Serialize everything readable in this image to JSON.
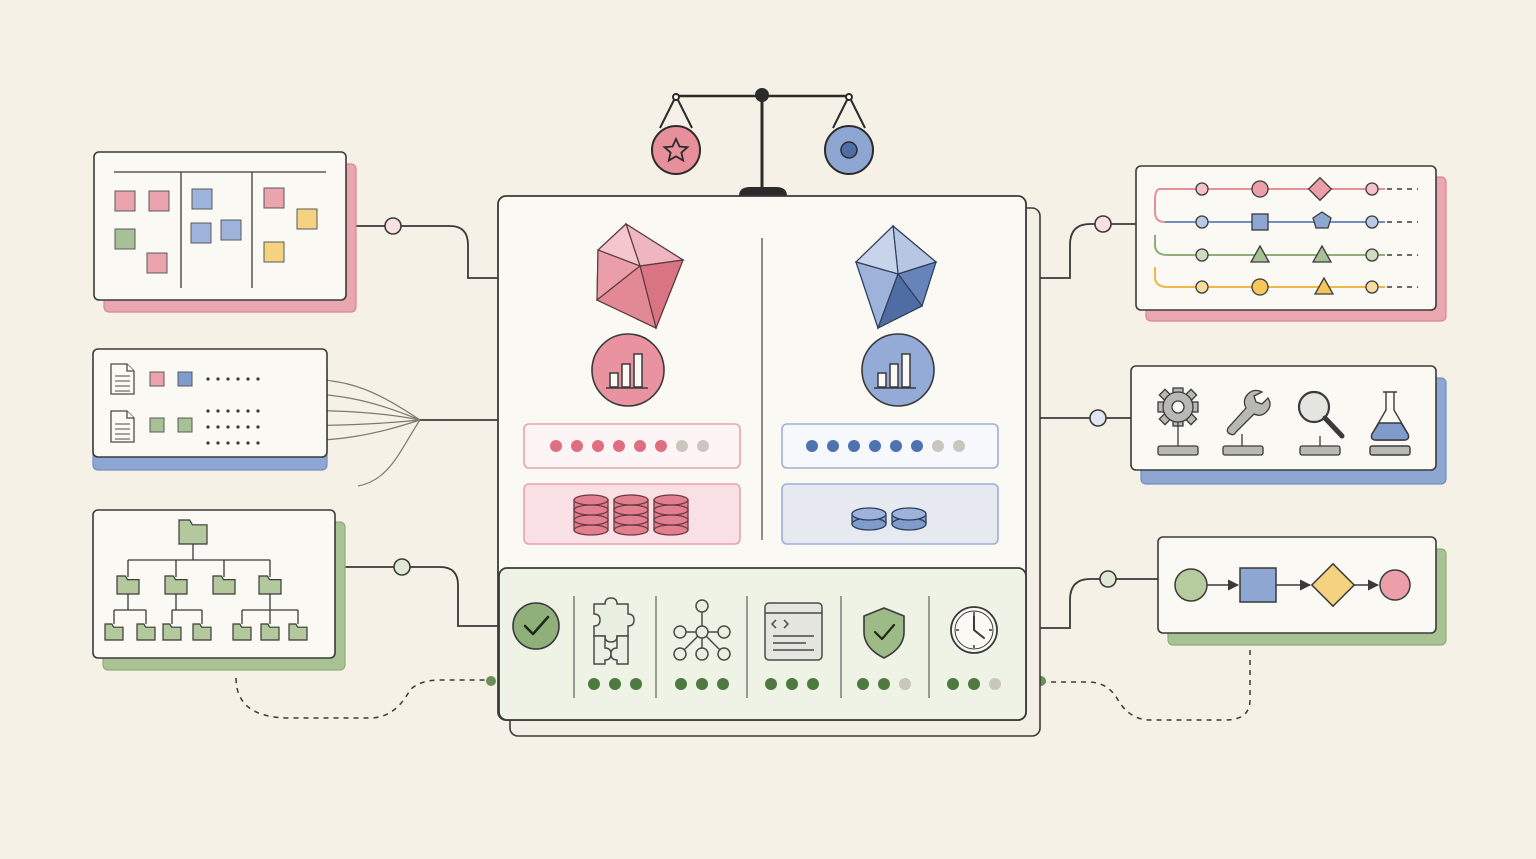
{
  "colors": {
    "background": "#f6f1e6",
    "panel": "#fbf9f3",
    "stroke": "#3a3a3a",
    "pink": "#e58f9b",
    "pink_light": "#f7dfe2",
    "pink_mid": "#e7a3ad",
    "blue": "#6f8fc0",
    "blue_light": "#e3e8f1",
    "blue_mid": "#9db0d6",
    "green": "#8fae7a",
    "green_dark": "#4f7a3f",
    "green_light": "#eef3e7",
    "yellow": "#f2d27a",
    "orange": "#f0b64a",
    "grey_dot": "#c9c6bd"
  },
  "balance": {
    "left_pan_icon": "star-icon",
    "right_pan_icon": "circle-dot-icon"
  },
  "comparison": {
    "left": {
      "gem": "pink-gem-icon",
      "chart": "bar-chart-icon",
      "rating_filled": 6,
      "rating_total": 8,
      "stack_count": 3
    },
    "right": {
      "gem": "blue-gem-icon",
      "chart": "bar-chart-icon",
      "rating_filled": 6,
      "rating_total": 8,
      "stack_count": 2
    }
  },
  "toolbar": {
    "items": [
      {
        "icon": "check-circle-icon",
        "dots_filled": 0,
        "dots_total": 0
      },
      {
        "icon": "puzzle-icon",
        "dots_filled": 3,
        "dots_total": 3
      },
      {
        "icon": "network-icon",
        "dots_filled": 3,
        "dots_total": 3
      },
      {
        "icon": "code-window-icon",
        "dots_filled": 3,
        "dots_total": 3
      },
      {
        "icon": "shield-check-icon",
        "dots_filled": 2,
        "dots_total": 3
      },
      {
        "icon": "clock-icon",
        "dots_filled": 2,
        "dots_total": 3
      }
    ]
  },
  "cards": {
    "kanban": {
      "icon": "kanban-board-icon",
      "columns": 3
    },
    "documents": {
      "icon": "document-icon",
      "rows": 2
    },
    "folder_tree": {
      "icon": "folder-icon",
      "levels": 3
    },
    "timeline": {
      "lanes": 4,
      "lane_colors": [
        "#e58f9b",
        "#6f8fc0",
        "#8fae7a",
        "#f0b64a"
      ]
    },
    "tools": {
      "items": [
        "gear-icon",
        "wrench-icon",
        "magnifier-icon",
        "flask-icon"
      ]
    },
    "flow": {
      "steps": [
        "circle",
        "square",
        "diamond",
        "circle"
      ]
    }
  }
}
